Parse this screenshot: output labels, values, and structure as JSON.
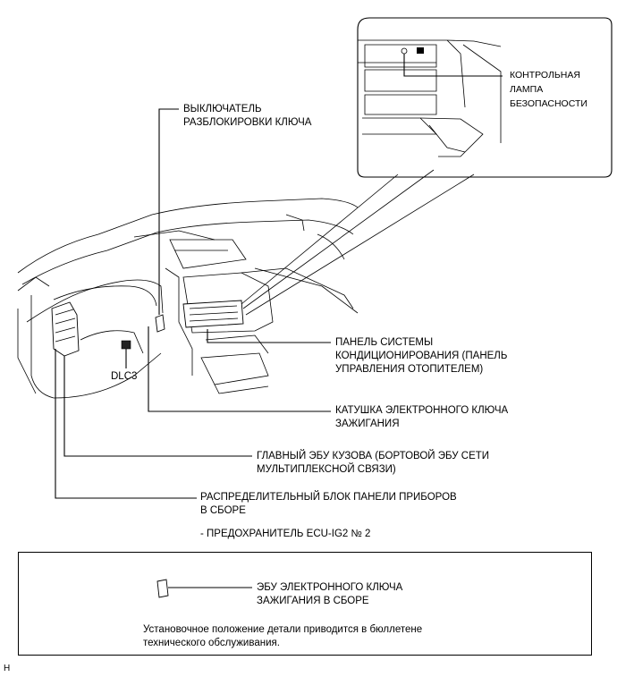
{
  "labels": {
    "security_lamp": [
      "КОНТРОЛЬНАЯ",
      "ЛАМПА",
      "БЕЗОПАСНОСТИ"
    ],
    "key_unlock_switch": [
      "ВЫКЛЮЧАТЕЛЬ",
      "РАЗБЛОКИРОВКИ КЛЮЧА"
    ],
    "ac_panel": [
      "ПАНЕЛЬ СИСТЕМЫ",
      "КОНДИЦИОНИРОВАНИЯ (ПАНЕЛЬ",
      "УПРАВЛЕНИЯ ОТОПИТЕЛЕМ)"
    ],
    "dlc3": "DLC3",
    "ignition_coil": [
      "КАТУШКА ЭЛЕКТРОННОГО КЛЮЧА",
      "ЗАЖИГАНИЯ"
    ],
    "main_body_ecu": [
      "ГЛАВНЫЙ ЭБУ КУЗОВА (БОРТОВОЙ ЭБУ СЕТИ",
      "МУЛЬТИПЛЕКСНОЙ СВЯЗИ)"
    ],
    "junction_block": [
      "РАСПРЕДЕЛИТЕЛЬНЫЙ БЛОК ПАНЕЛИ ПРИБОРОВ",
      "В СБОРЕ"
    ],
    "fuse": "- ПРЕДОХРАНИТЕЛЬ ECU-IG2 № 2"
  },
  "legend": {
    "part_label": [
      "ЭБУ ЭЛЕКТРОННОГО КЛЮЧА",
      "ЗАЖИГАНИЯ В СБОРЕ"
    ],
    "note": [
      "Установочное положение детали приводится в бюллетене",
      "технического обслуживания."
    ]
  },
  "figure_code": "H"
}
